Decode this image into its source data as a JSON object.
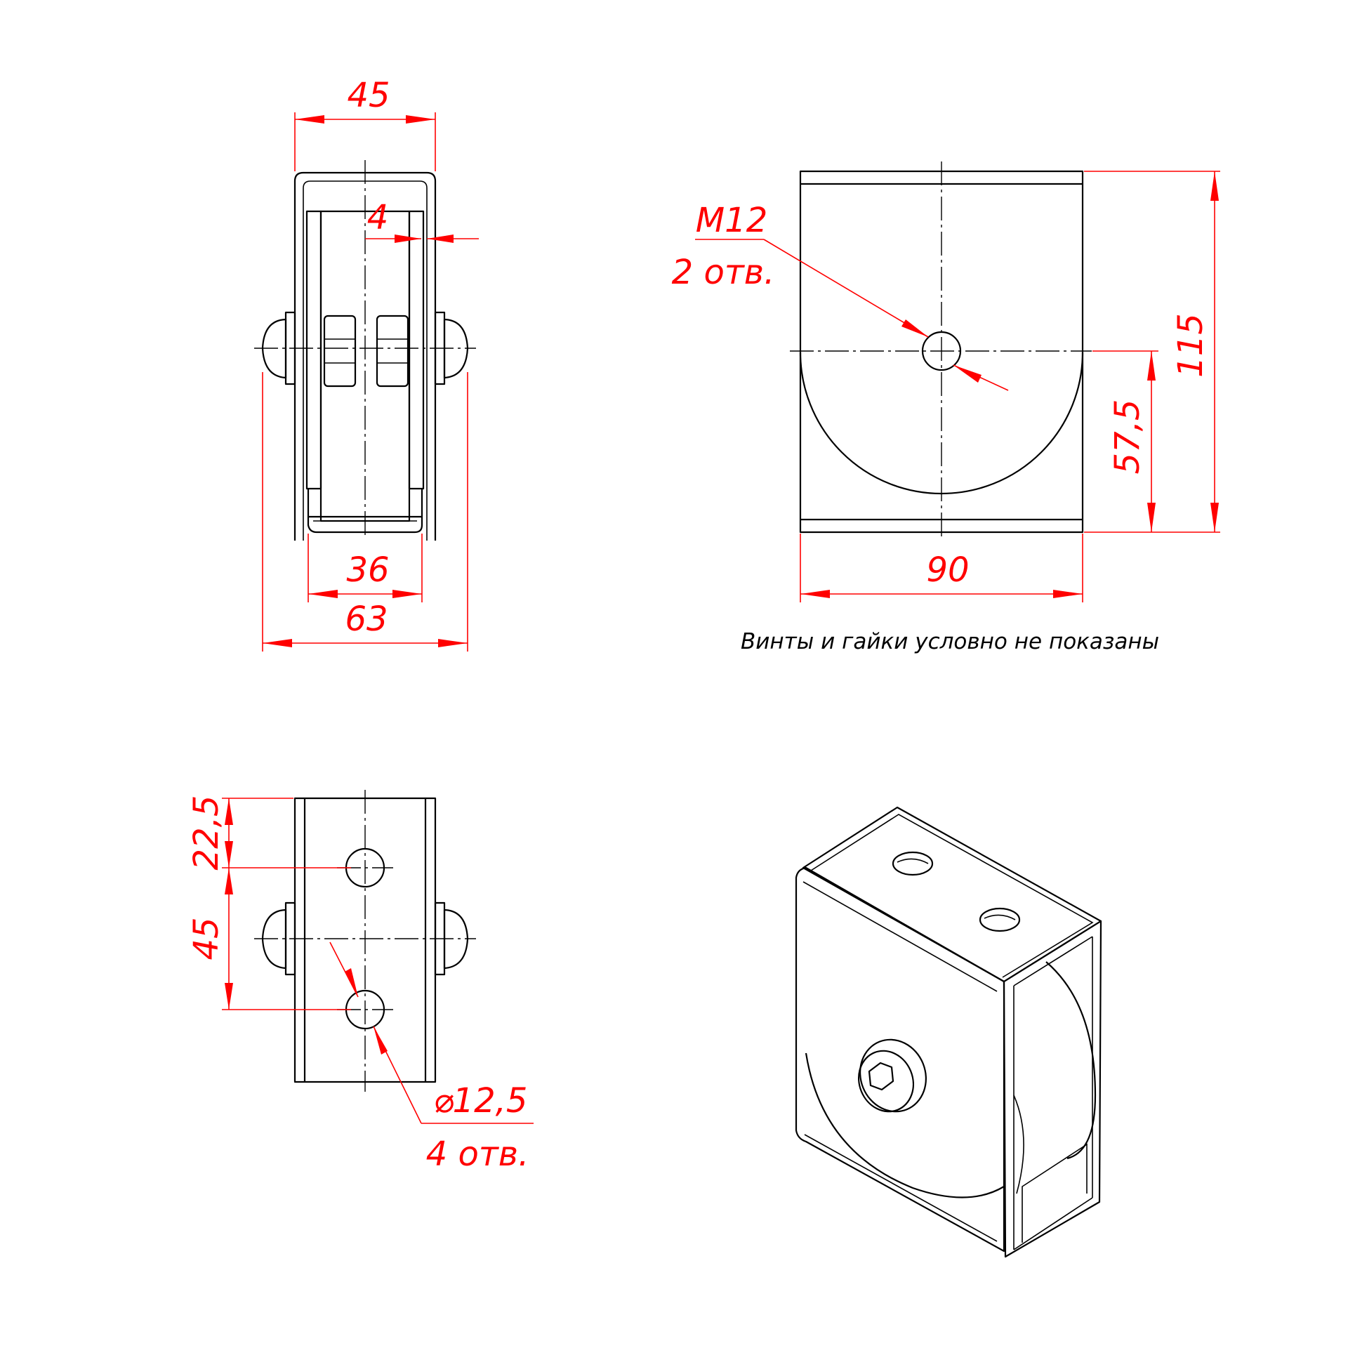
{
  "dimensions": {
    "front_overall_width": "45",
    "front_plate_thickness": "4",
    "front_inner_width": "36",
    "front_bolt_width": "63",
    "side_thread_callout": "M12",
    "side_thread_count": "2 отв.",
    "side_height": "115",
    "side_axis_height": "57,5",
    "side_width": "90",
    "top_hole_offset": "22,5",
    "top_hole_spacing": "45",
    "top_hole_diameter": "12,5",
    "top_hole_count": "4 отв.",
    "diameter_symbol": "⌀"
  },
  "notes": {
    "fasteners_note": "Винты и гайки условно не показаны"
  },
  "colors": {
    "dimension": "#ff0000",
    "outline": "#000000"
  }
}
